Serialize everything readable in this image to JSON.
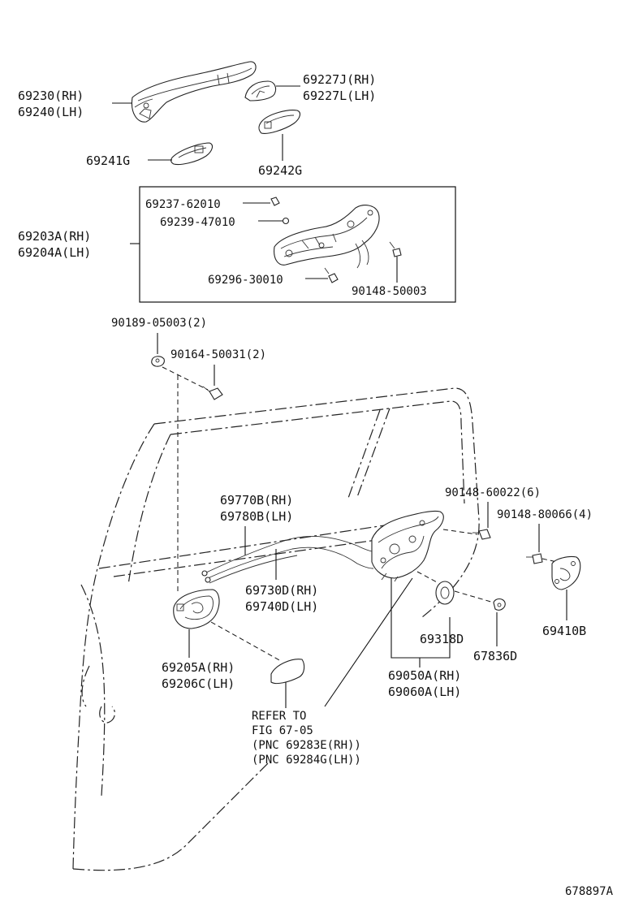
{
  "labels": {
    "p69230": "69230(RH)",
    "p69240": "69240(LH)",
    "p69227J": "69227J(RH)",
    "p69227L": "69227L(LH)",
    "p69241G": "69241G",
    "p69242G": "69242G",
    "p69237": "69237-62010",
    "p69239": "69239-47010",
    "p69203A": "69203A(RH)",
    "p69204A": "69204A(LH)",
    "p69296": "69296-30010",
    "p90148_50003": "90148-50003",
    "p90189": "90189-05003(2)",
    "p90164": "90164-50031(2)",
    "p69770B": "69770B(RH)",
    "p69780B": "69780B(LH)",
    "p90148_60022": "90148-60022(6)",
    "p90148_80066": "90148-80066(4)",
    "p69730D": "69730D(RH)",
    "p69740D": "69740D(LH)",
    "p69410B": "69410B",
    "p69318D": "69318D",
    "p67836D": "67836D",
    "p69205A": "69205A(RH)",
    "p69206C": "69206C(LH)",
    "p69050A": "69050A(RH)",
    "p69060A": "69060A(LH)"
  },
  "refer": {
    "line1": "REFER TO",
    "line2": "FIG 67-05",
    "line3": "(PNC 69283E(RH))",
    "line4": "(PNC 69284G(LH))"
  },
  "figure_id": "678897A"
}
